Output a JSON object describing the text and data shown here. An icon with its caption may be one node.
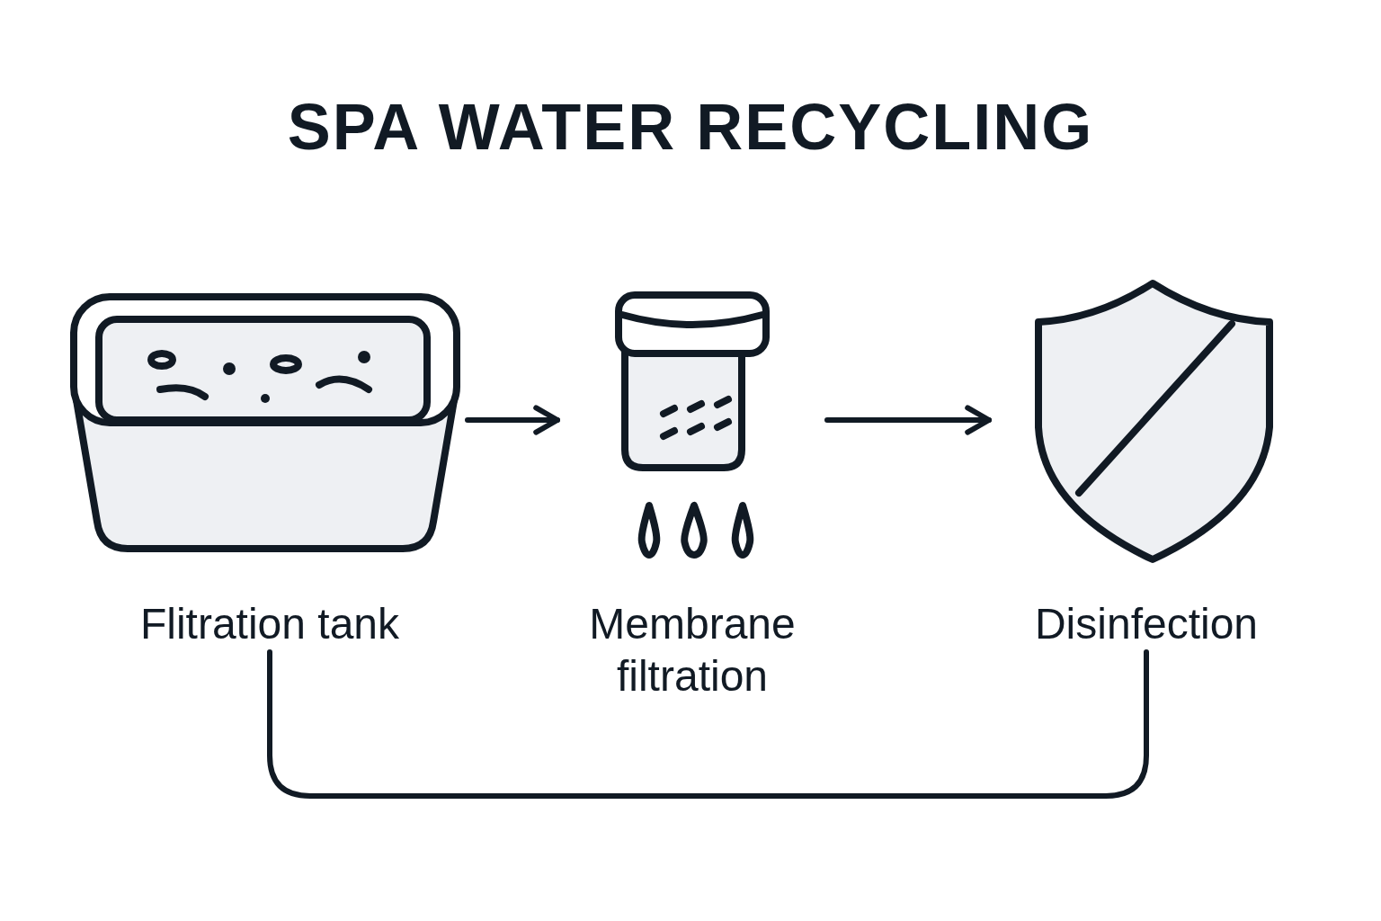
{
  "diagram": {
    "title": "SPA WATER RECYCLING",
    "nodes": [
      {
        "text": [
          "Flitration tank"
        ]
      },
      {
        "text": [
          "Membrane filtration"
        ]
      },
      {
        "text": [
          "Disinfection"
        ]
      }
    ],
    "edges": [
      {
        "from": 0,
        "to": 1,
        "arrow": "to"
      },
      {
        "from": 1,
        "to": 2,
        "arrow": "to"
      },
      {
        "from": 2,
        "to": 0,
        "arrow": "none"
      }
    ]
  }
}
